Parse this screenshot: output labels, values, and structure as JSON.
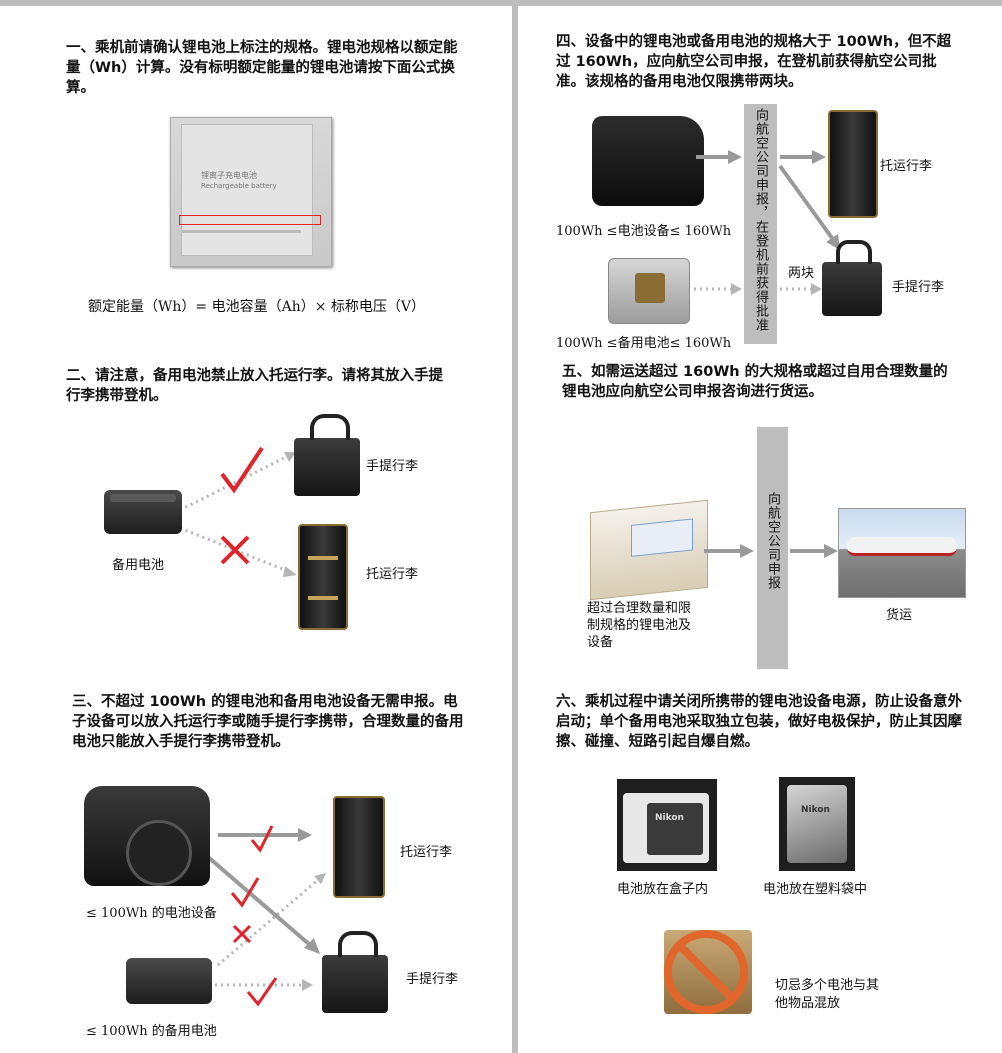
{
  "s1": {
    "heading": "一、乘机前请确认锂电池上标注的规格。锂电池规格以额定能量（Wh）计算。没有标明额定能量的锂电池请按下面公式换算。",
    "battery_text1": "锂离子充电电池",
    "battery_text2": "Rechargeable battery",
    "formula": "额定能量（Wh）= 电池容量（Ah）× 标称电压（V）"
  },
  "s2": {
    "heading": "二、请注意，备用电池禁止放入托运行李。请将其放入手提行李携带登机。",
    "spare_label": "备用电池",
    "carryon_label": "手提行李",
    "checked_label": "托运行李"
  },
  "s3": {
    "heading": "三、不超过 100Wh 的锂电池和备用电池设备无需申报。电子设备可以放入托运行李或随手提行李携带，合理数量的备用电池只能放入手提行李携带登机。",
    "device_label": "≤ 100Wh 的电池设备",
    "spare_label": "≤ 100Wh 的备用电池",
    "checked_label": "托运行李",
    "carryon_label": "手提行李"
  },
  "s4": {
    "heading": "四、设备中的锂电池或备用电池的规格大于 100Wh，但不超过 160Wh，应向航空公司申报，在登机前获得航空公司批准。该规格的备用电池仅限携带两块。",
    "device_label": "100Wh ≤电池设备≤ 160Wh",
    "spare_label": "100Wh ≤备用电池≤ 160Wh",
    "bar_text": "向航空公司申报，在登机前获得批准",
    "checked_label": "托运行李",
    "carryon_label": "手提行李",
    "two_label": "两块"
  },
  "s5": {
    "heading": "五、如需运送超过 160Wh 的大规格或超过自用合理数量的锂电池应向航空公司申报咨询进行货运。",
    "box_label": "超过合理数量和限制规格的锂电池及设备",
    "bar_text": "向航空公司申报",
    "cargo_label": "货运"
  },
  "s6": {
    "heading": "六、乘机过程中请关闭所携带的锂电池设备电源，防止设备意外启动；单个备用电池采取独立包装，做好电极保护，防止其因摩擦、碰撞、短路引起自爆自燃。",
    "box_label": "电池放在盒子内",
    "bag_label": "电池放在塑料袋中",
    "warn_label": "切忌多个电池与其他物品混放",
    "brand": "Nikon"
  },
  "colors": {
    "mark": "#e0242b",
    "arrow": "#9a9a9a",
    "bar": "#bdbdbd"
  }
}
